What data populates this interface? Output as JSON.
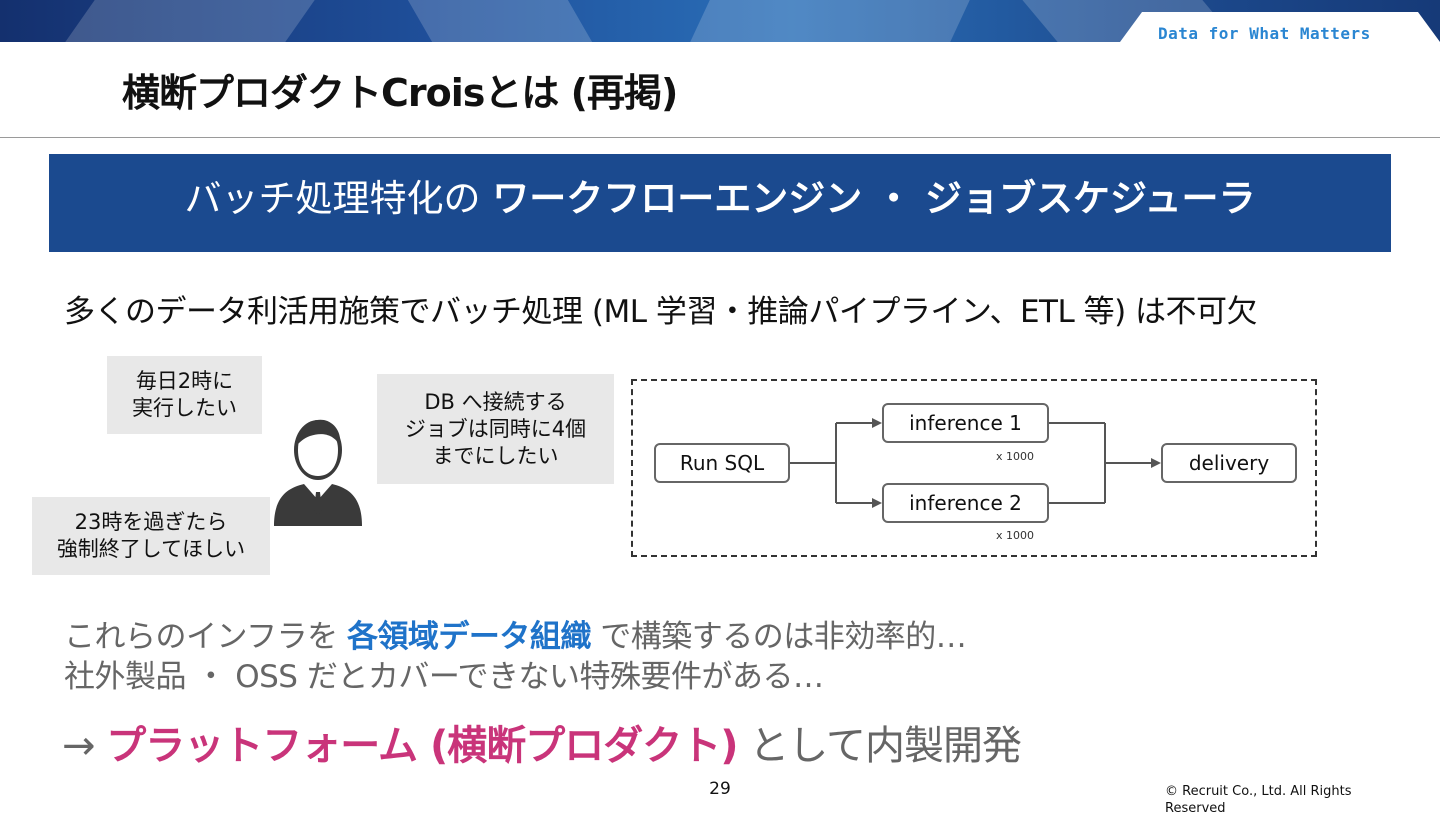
{
  "header": {
    "tagline": "Data for What Matters"
  },
  "title": "横断プロダクトCroisとは (再掲)",
  "banner": {
    "prefix": "バッチ処理特化の ",
    "emphasis": "ワークフローエンジン ・ ジョブスケジューラ"
  },
  "lead": "多くのデータ利活用施策でバッチ処理 (ML 学習・推論パイプライン、ETL 等) は不可欠",
  "bubbles": {
    "daily": [
      "毎日2時に",
      "実行したい"
    ],
    "db_limit": [
      "DB へ接続する",
      "ジョブは同時に4個",
      "までにしたい"
    ],
    "force_stop": [
      "23時を過ぎたら",
      "強制終了してほしい"
    ]
  },
  "workflow": {
    "run_sql": "Run SQL",
    "inference_1": "inference 1",
    "inference_2": "inference 2",
    "delivery": "delivery",
    "multiplier_1": "x 1000",
    "multiplier_2": "x 1000"
  },
  "problems": {
    "line1_prefix": "これらのインフラを ",
    "line1_emphasis": "各領域データ組織",
    "line1_suffix": " で構築するのは非効率的…",
    "line2": "社外製品 ・ OSS だとカバーできない特殊要件がある…"
  },
  "conclusion": {
    "arrow": "→ ",
    "emphasis": "プラットフォーム (横断プロダクト)",
    "suffix": " として内製開発"
  },
  "footer": {
    "page_number": "29",
    "copyright": "© Recruit Co., Ltd. All Rights Reserved"
  },
  "colors": {
    "banner_bg": "#1b4a8f",
    "accent_blue": "#1f73c9",
    "accent_pink": "#c9347a",
    "tagline": "#2a86d2"
  }
}
